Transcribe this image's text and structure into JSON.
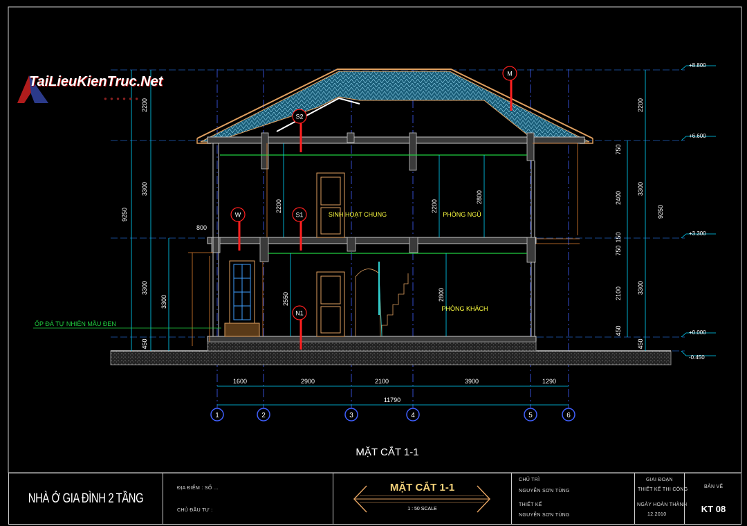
{
  "watermark": {
    "text": "TaiLieuKienTruc.Net"
  },
  "levels": [
    "+8.800",
    "+6.600",
    "+3.300",
    "+0.000",
    "-0.450"
  ],
  "markers": [
    "M",
    "S2",
    "W",
    "S1",
    "N1"
  ],
  "rooms": [
    "SINH HOẠT CHUNG",
    "PHÒNG NGỦ",
    "PHÒNG KHÁCH"
  ],
  "material_note": "ỐP ĐÁ TỰ NHIÊN MẦU ĐEN",
  "dims_left_outer": [
    "2200",
    "3300",
    "9250",
    "3300",
    "450"
  ],
  "dims_left_inner": [
    "3300"
  ],
  "dim_800": "800",
  "dims_right_outer": [
    "2200",
    "3300",
    "9250",
    "3300",
    "450"
  ],
  "dims_right_inner": [
    "750",
    "2400",
    "150",
    "750",
    "2100",
    "450"
  ],
  "dims_interior": [
    "2200",
    "2200",
    "2800",
    "2550",
    "2800"
  ],
  "dims_bottom": [
    "1600",
    "2900",
    "2100",
    "3900",
    "1290"
  ],
  "dim_total": "11790",
  "grid_axes": [
    "1",
    "2",
    "3",
    "4",
    "5",
    "6"
  ],
  "section_title": "MẶT CẮT 1-1",
  "title_block": {
    "project_name": "NHÀ Ở GIA ĐÌNH 2 TẦNG",
    "location_label": "ĐỊA ĐIỂM : SỐ ...",
    "investor_label": "CHỦ ĐẦU TƯ :",
    "sheet_title": "MẶT CẮT 1-1",
    "scale": "1 : 50 SCALE",
    "chu_tri_label": "CHỦ TRÌ",
    "chu_tri_name": "NGUYỄN SƠN TÙNG",
    "thiet_ke_label": "THIẾT KẾ",
    "thiet_ke_name": "NGUYỄN SƠN TÙNG",
    "phase_label": "GIAI ĐOẠN",
    "phase_value": "THIẾT KẾ THI CÔNG",
    "date_label": "NGÀY HOÀN THÀNH",
    "date_value": "12.2010",
    "sheet_label": "BẢN VẼ",
    "sheet_code": "KT 08"
  },
  "colors": {
    "bg": "#000000",
    "dim": "#00d7ff",
    "roof": "#e0a060",
    "tile": "#6ec0e0",
    "marker": "#ff2020",
    "room_text": "#ffff40",
    "wall": "#c8c8c8",
    "axis": "#4060ff"
  }
}
